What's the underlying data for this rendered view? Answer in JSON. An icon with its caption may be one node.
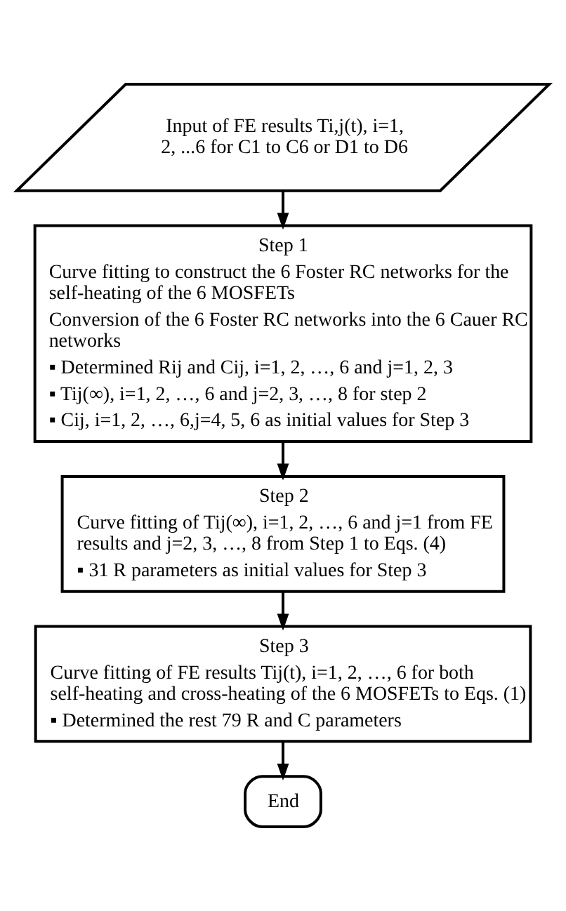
{
  "diagram": {
    "nodes": [
      {
        "text": [
          "Input of FE results Ti,j(t), i=1, 2, ...6 for C1 to C6 or D1 to D6"
        ]
      },
      {
        "text": [
          "Step 1",
          "Curve fitting to construct the 6 Foster RC networks for the self-heating of the 6 MOSFETs",
          "Conversion of the 6 Foster RC networks into the 6 Cauer RC networks",
          "▪ Determined Rij and Cij, i=1, 2, …, 6 and j=1, 2, 3",
          "▪ Tij(∞), i=1, 2, …, 6 and j=2, 3, …, 8 for step 2",
          "▪ Cij, i=1, 2, …, 6,j=4, 5, 6 as initial values for Step 3"
        ]
      },
      {
        "text": [
          "Step 2",
          "Curve fitting of Tij(∞), i=1, 2, …, 6 and j=1 from FE results and j=2, 3, …, 8 from Step 1 to Eqs. (4)",
          "▪ 31 R parameters as initial values for Step 3"
        ]
      },
      {
        "text": [
          "Step 3",
          "Curve fitting of FE results Tij(t), i=1, 2, …, 6 for both self-heating and cross-heating of the 6 MOSFETs to Eqs. (1)",
          "▪ Determined the rest 79 R and C parameters"
        ]
      },
      {
        "text": [
          "End"
        ]
      }
    ],
    "edges": [
      {
        "from": 0,
        "to": 1,
        "arrow": "to"
      },
      {
        "from": 1,
        "to": 2,
        "arrow": "to"
      },
      {
        "from": 2,
        "to": 3,
        "arrow": "to"
      },
      {
        "from": 3,
        "to": 4,
        "arrow": "to"
      }
    ]
  }
}
